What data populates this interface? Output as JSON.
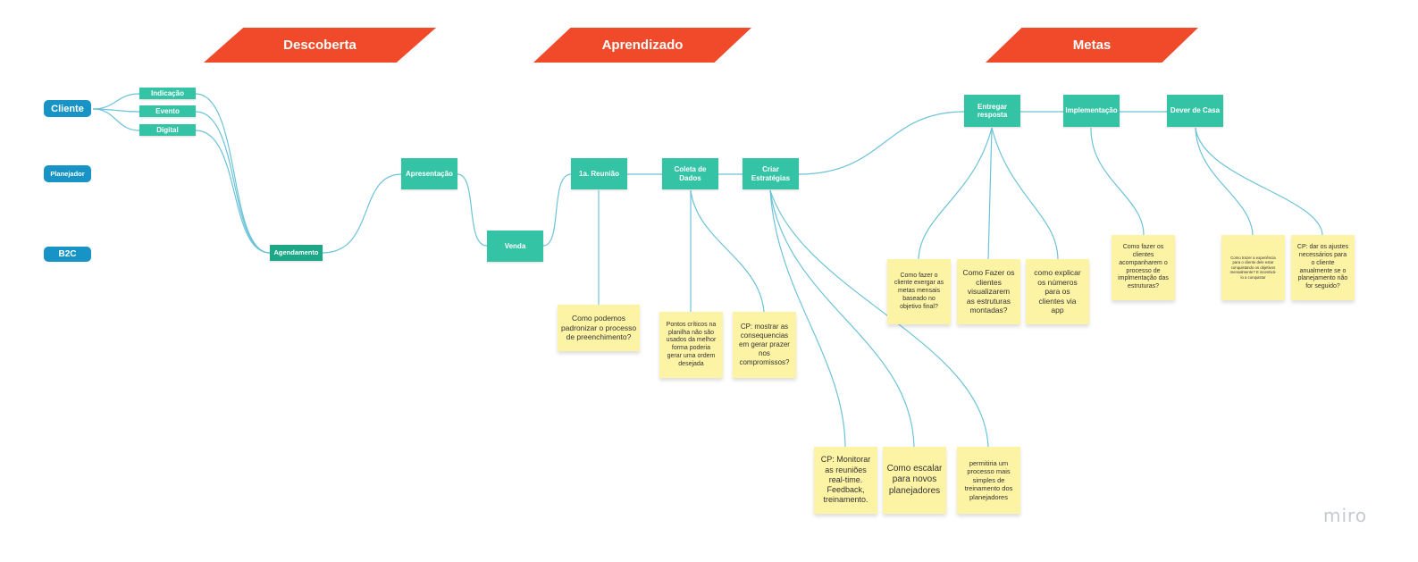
{
  "phases": [
    {
      "label": "Descoberta",
      "color": "#f04a2a"
    },
    {
      "label": "Aprendizado",
      "color": "#f04a2a"
    },
    {
      "label": "Metas",
      "color": "#f04a2a"
    }
  ],
  "actors": [
    "Cliente",
    "Planejador",
    "B2C"
  ],
  "channels": [
    "Indicação",
    "Evento",
    "Digital"
  ],
  "steps": {
    "agendamento": "Agendamento",
    "apresentacao": "Apresentação",
    "venda": "Venda",
    "reuniao": "1a. Reunião",
    "coleta": "Coleta de\nDados",
    "estrategias": "Criar\nEstratégias",
    "entregar": "Entregar\nresposta",
    "implementacao": "Implementação",
    "dever": "Dever de Casa"
  },
  "stickies": [
    "Como podemos\npadronizar o processo\nde preenchimento?",
    "Pontos críticos na\nplanilha não são\nusados da melhor\nforma poderia\ngerar uma ordem\ndesejada",
    "CP: mostrar as\nconsequencias\nem gerar prazer\nnos\ncompromissos?",
    "CP: Monitorar\nas reuniões\nreal-time.\nFeedback,\ntreinamento.",
    "Como escalar\npara novos\nplanejadores",
    "permitiria um\nprocesso mais\nsimples de\ntreinamento dos\nplanejadores",
    "Como fazer o\ncliente exergar as\nmetas mensais\nbaseado no\nobjetivo final?",
    "Como Fazer os\nclientes\nvisualizarem\nas estruturas\nmontadas?",
    "como explicar\nos números\npara os\nclientes via\napp",
    "Como fazer os\nclientes\nacompanharem o\nprocesso de\nimplmentação das\nestruturas?",
    "Como trazer a experiência\npara o cliente dele estar\nconquistando os objetivos\nmensalmente? E incentivá-\nlo a conquistar",
    "CP: dar os ajustes\nnecessários para\no cliente\nanualmente se o\nplanejamento não\nfor seguido?"
  ],
  "watermark": "miro",
  "colors": {
    "phase": "#f04a2a",
    "actor": "#1793c6",
    "step": "#35c3a5",
    "sticky": "#fdf3a4",
    "connector": "#6cc3d8"
  }
}
